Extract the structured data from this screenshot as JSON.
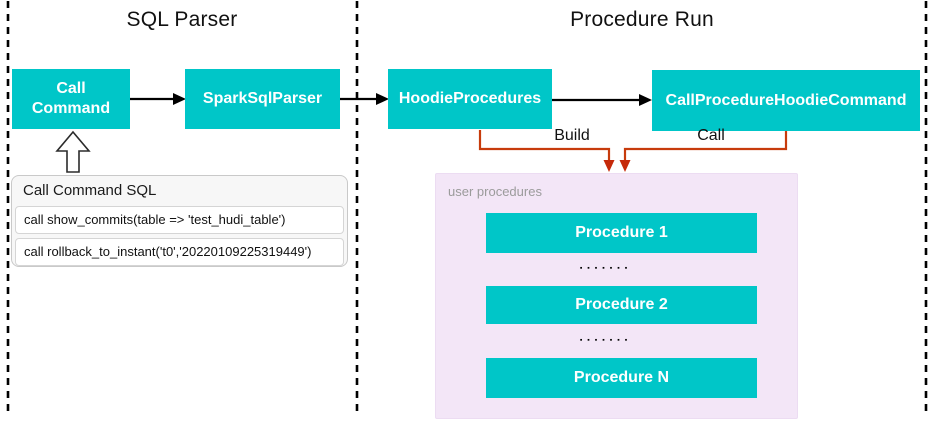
{
  "sections": {
    "sql_parser_title": "SQL Parser",
    "procedure_run_title": "Procedure Run"
  },
  "nodes": {
    "call_command": {
      "label": "Call Command",
      "line1": "Call",
      "line2": "Command"
    },
    "spark_sql_parser": {
      "label": "SparkSqlParser"
    },
    "hoodie_procedures": {
      "label": "HoodieProcedures"
    },
    "call_procedure_hoodie_command": {
      "label": "CallProcedureHoodieCommand"
    }
  },
  "edges": {
    "build_label": "Build",
    "call_label": "Call"
  },
  "sql_panel": {
    "header": "Call Command SQL",
    "rows": [
      "call show_commits(table => 'test_hudi_table')",
      "call rollback_to_instant('t0','20220109225319449')"
    ]
  },
  "procedures_panel": {
    "label": "user procedures",
    "items": [
      "Procedure 1",
      "Procedure 2",
      "Procedure N"
    ],
    "dots": "▪▪▪▪▪▪▪"
  },
  "icons": {
    "hollow_up_arrow": "up-block-arrow",
    "black_arrows": "right-arrow",
    "orange_arrows": "down-arrow"
  },
  "colors": {
    "node_fill": "#00c6c8",
    "node_text": "#ffffff",
    "orange_connector": "#c73b0c",
    "procedures_panel_fill": "#f3e6f7",
    "panel_label_gray": "#9b9b9b",
    "sql_panel_fill": "#f7f7f7",
    "divider": "#000000"
  }
}
